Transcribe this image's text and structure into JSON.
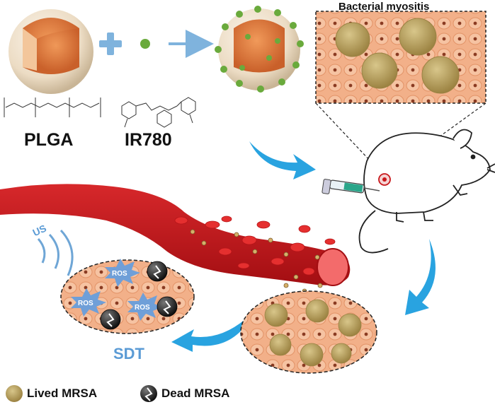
{
  "labels": {
    "plga": "PLGA",
    "ir780": "IR780",
    "bacterial_myositis": "Bacterial myositis",
    "us": "US",
    "sdt": "SDT",
    "ros": "ROS",
    "legend_lived": "Lived MRSA",
    "legend_dead": "Dead MRSA"
  },
  "colors": {
    "vessel": "#c8171b",
    "vessel_inner": "#e5393a",
    "tissue": "#f4b58e",
    "tissue_cell": "#e89868",
    "nucleus": "#8a3b22",
    "mrsa_live": "#b9a05c",
    "arrow_blue": "#29a3e0",
    "nanoparticle": "#6aaa3c",
    "sphere_shell": "#efe3cf",
    "sphere_core": "#e07a3c",
    "ros_burst": "#6f9fd8",
    "us_wave": "#6fa6d6"
  },
  "icons": [
    "plus-icon",
    "arrow-right-icon",
    "syringe-icon",
    "mouse-icon",
    "curved-arrow-icon",
    "ros-burst-icon",
    "ultrasound-wave-icon"
  ]
}
